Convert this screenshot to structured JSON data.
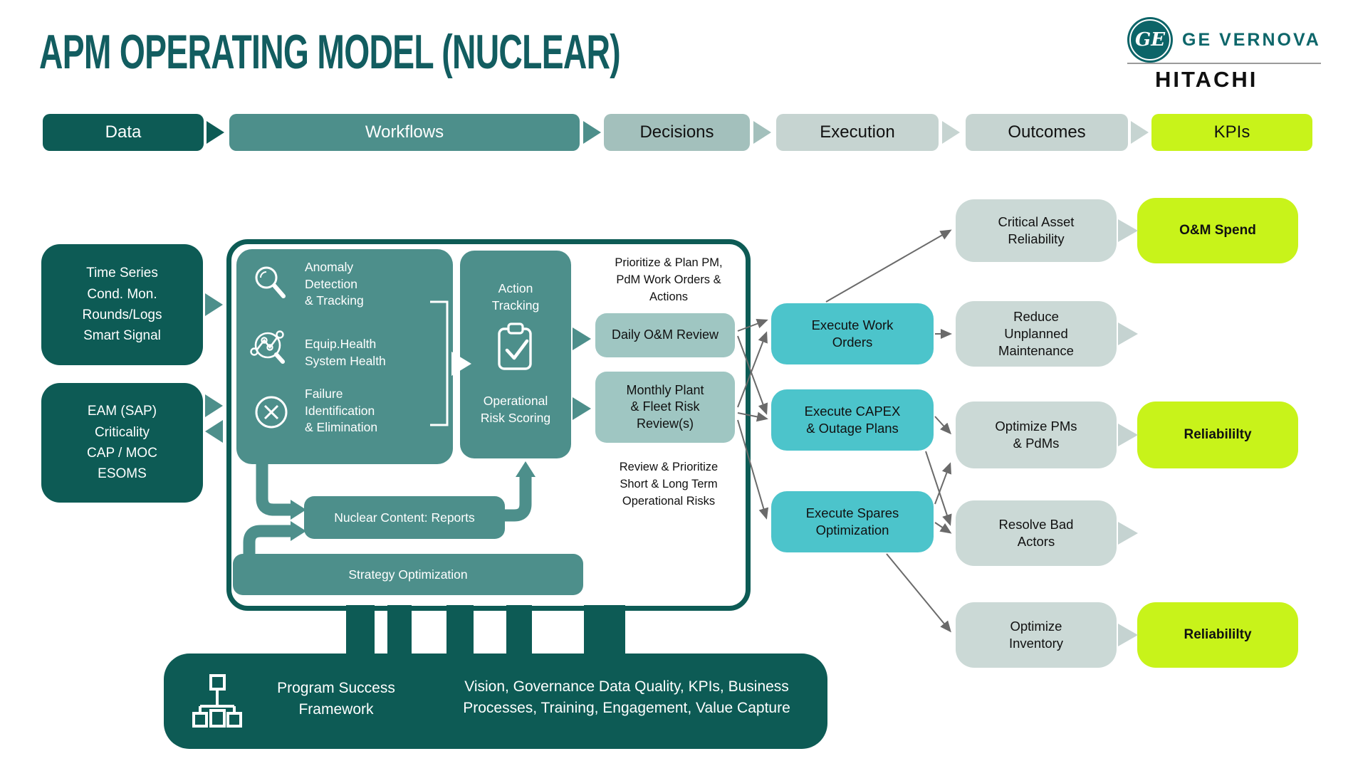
{
  "header": {
    "title": "APM OPERATING MODEL (NUCLEAR)",
    "logo": {
      "monogram": "GE",
      "brand": "GE VERNOVA",
      "partner": "HITACHI"
    }
  },
  "pipeline": {
    "stages": [
      {
        "label": "Data"
      },
      {
        "label": "Workflows"
      },
      {
        "label": "Decisions"
      },
      {
        "label": "Execution"
      },
      {
        "label": "Outcomes"
      },
      {
        "label": "KPIs"
      }
    ]
  },
  "data_sources": {
    "box1": "Time Series\nCond. Mon.\nRounds/Logs\nSmart Signal",
    "box2": "EAM (SAP)\nCriticality\nCAP / MOC\nESOMS"
  },
  "workflows": {
    "items": [
      {
        "icon": "magnifier-icon",
        "label": "Anomaly\nDetection\n& Tracking"
      },
      {
        "icon": "equipment-health-icon",
        "label": "Equip.Health\nSystem Health"
      },
      {
        "icon": "failure-elimination-icon",
        "label": "Failure\nIdentification\n& Elimination"
      }
    ],
    "action_tracking": "Action\nTracking",
    "clipboard_icon": "clipboard-check-icon",
    "risk_scoring": "Operational\nRisk Scoring",
    "nuclear_reports": "Nuclear Content: Reports",
    "strategy_optimization": "Strategy Optimization"
  },
  "decisions": {
    "top_note": "Prioritize & Plan PM,\nPdM Work Orders &\nActions",
    "boxes": [
      "Daily O&M Review",
      "Monthly Plant\n& Fleet Risk\nReview(s)"
    ],
    "bottom_note": "Review & Prioritize\nShort & Long Term\nOperational Risks"
  },
  "execution": [
    "Execute Work\nOrders",
    "Execute CAPEX\n& Outage Plans",
    "Execute Spares\nOptimization"
  ],
  "outcomes": [
    "Critical Asset\nReliability",
    "Reduce\nUnplanned\nMaintenance",
    "Optimize PMs\n& PdMs",
    "Resolve Bad\nActors",
    "Optimize\nInventory"
  ],
  "kpis": [
    "O&M Spend",
    "Reliabililty",
    "Reliabililty"
  ],
  "footer": {
    "icon": "org-chart-icon",
    "label": "Program Success\nFramework",
    "description": "Vision, Governance Data Quality, KPIs, Business Processes, Training, Engagement, Value Capture"
  },
  "colors": {
    "dark_teal": "#0d5b55",
    "teal": "#4d8f8b",
    "decisions_pill": "#a3c0bc",
    "light_pill": "#c6d4d1",
    "decision_box": "#9fc6c2",
    "execution_box": "#4cc4cb",
    "outcome_box": "#cbd9d6",
    "kpi_green": "#c8f31a",
    "arrow_gray": "#6a6a6a",
    "title_teal": "#125d60",
    "ge_teal": "#0c6468"
  }
}
